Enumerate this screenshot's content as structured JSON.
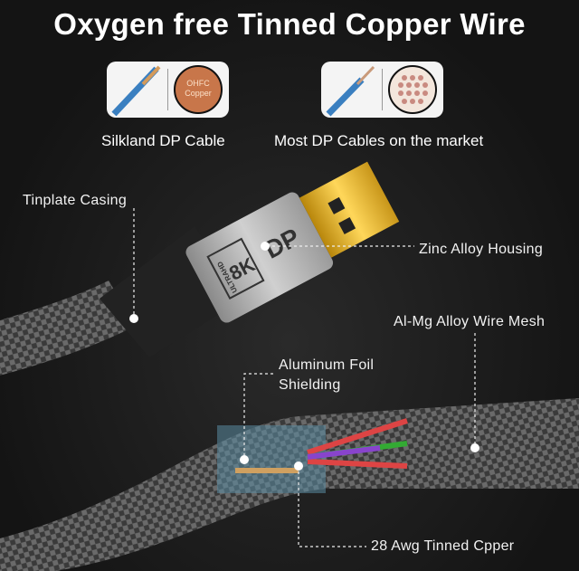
{
  "title": "Oxygen free Tinned Copper Wire",
  "comparison": [
    {
      "caption": "Silkland DP Cable",
      "badge": "OHFC Copper"
    },
    {
      "caption": "Most DP Cables on the market"
    }
  ],
  "connector_marks": {
    "logo": "DP",
    "resolution": "8K",
    "sub": "ULTRAHD"
  },
  "callouts": {
    "tinplate": "Tinplate Casing",
    "zinc": "Zinc Alloy Housing",
    "mesh": "Al-Mg Alloy Wire Mesh",
    "foil_line1": "Aluminum Foil",
    "foil_line2": "Shielding",
    "copper": "28 Awg Tinned Cpper"
  }
}
